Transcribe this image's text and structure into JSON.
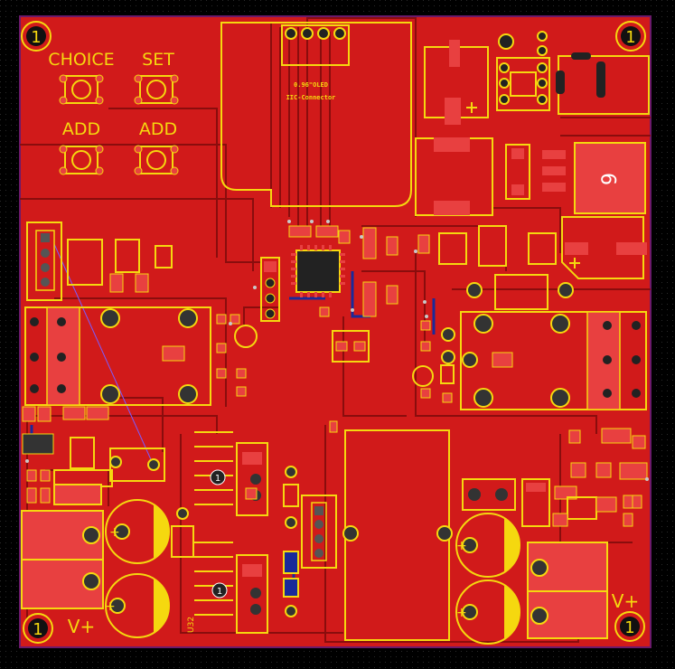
{
  "board": {
    "colors": {
      "background": "#000000",
      "copper": "#d11a1a",
      "copper_dark": "#8a0d0d",
      "silkscreen": "#f5d80f",
      "pad": "#e84040",
      "via": "#c8c8c8",
      "bottom_trace": "#1a2a9a",
      "outline": "#6b1a6b"
    },
    "labels": {
      "choice": "CHOICE",
      "set": "SET",
      "add_left": "ADD",
      "add_right": "ADD",
      "vplus_left": "V+",
      "vplus_right": "V+",
      "oled": "0.96\"OLED",
      "iic": "IIC-Connector",
      "ref_u32": "U32",
      "big_9": "9",
      "mount_1": "1",
      "test_1": "1"
    }
  }
}
